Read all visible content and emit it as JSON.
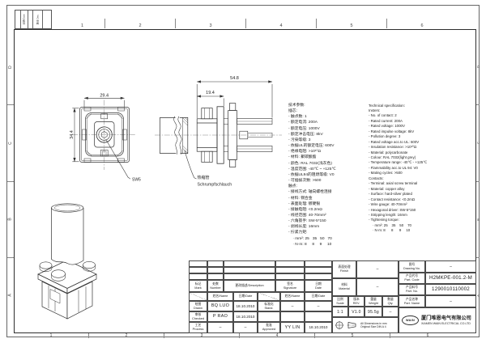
{
  "zones": {
    "top": [
      "1",
      "2",
      "3",
      "4",
      "5",
      "6"
    ],
    "bottom": [
      "1",
      "2",
      "3",
      "4",
      "5",
      "6"
    ],
    "left": [
      "D",
      "C",
      "B",
      "A"
    ],
    "right": [
      "D",
      "C",
      "B",
      "A"
    ]
  },
  "rev_strip": {
    "cell_a": "日期/Date",
    "cell_b": "更改 Des."
  },
  "views": {
    "front": {
      "dim_width": "29.4",
      "dim_height": "34.4",
      "wrench_label": "SW5"
    },
    "side": {
      "dim_overall": "54.8",
      "dim_front": "19.4",
      "tube_label_cn": "热缩管",
      "tube_label_de": "Schrumpfschlauch"
    }
  },
  "spec_cn": {
    "lines": [
      "技术参数:",
      "插芯:",
      "- 触点数: 1",
      "- 额定电流: 200A",
      "- 额定电压: 1000V",
      "- 额定冲击电压: 8kV",
      "- 污染等级: 3",
      "- 依据UL的额定电压: 600V",
      "- 绝缘电阻: >10¹⁰Ω",
      "- 材料: 聚碳酸酯",
      "- 颜色: RAL 7032(浅灰色)",
      "- 温度范围: -40℃ ~ +125℃",
      "- 依据UL94的阻燃等级: V0",
      "- 可插拔次数: >500",
      "触点:",
      "- 接线方式: 轴向螺栓连接",
      "- 材料: 铜合金",
      "- 表面处理: 镀硬银",
      "- 接触电阻: <0.2mΩ",
      "- 线径范围: 40-70mm²",
      "- 六角扳手: SW-5*150",
      "- 剥线长度: 16mm",
      "- 拧紧力矩:",
      "    · mm²: 25   35   50   70",
      "    · N·m: 8     8     9     10"
    ]
  },
  "spec_en": {
    "lines": [
      "Technical specification:",
      "Insters:",
      "- No. of contact: 2",
      "- Rated current: 200A",
      "- Rated voltage: 1000V",
      "- Rated impulse voltage: 8kV",
      "- Pollution degree: 3",
      "- Rated voltage acc.to UL: 600V",
      "- Insulation resistance: >10¹⁰Ω",
      "- Material: polycarbonate",
      "- Colour: RAL 7032(light grey)",
      "- Temperature range: -40℃ - +125℃",
      "- Flammability acc.to UL 94: V0",
      "- Mating cycles: >500",
      "Contacts:",
      "- Terminal: axial screw terminal",
      "- Material: copper alloy",
      "- Surface: hard-silver plated",
      "- Contact resistance: <0.2mΩ",
      "- Wire gauge: 40-70mm²",
      "- Hexagonal driver: SW-5*150",
      "- Stripping length: 16mm",
      "- Tightening torque:",
      "    · mm²: 25    35    50    70",
      "    · N·m: 8      8      9     10"
    ]
  },
  "tb": {
    "mark": "标记\nMark",
    "number": "处数\nNumber",
    "desc": "更改描述/Description",
    "sign": "签名\nSignature",
    "date": "日期\nDate",
    "name_hdr": "姓名/Name",
    "date_hdr": "日期/Date",
    "name_hdr2": "姓名/Name",
    "date_hdr2": "日期/Date",
    "drawn": "绘图\nDrawn",
    "drawn_name": "BQ LUO",
    "drawn_date": "18.10.2010",
    "stand": "标准化\nStand.",
    "stand_name": "–",
    "stand_date": "–",
    "checked": "审核\nChecked",
    "checked_name": "P RAO",
    "checked_date": "18.10.2010",
    "process": "工艺\nProcess",
    "process_name": "–",
    "process_date": "–",
    "approved": "批准\nApproved",
    "approved_name": "YY LIN",
    "approved_date": "18.10.2010",
    "finish": "表面处理\nFinish",
    "finish_val": "–",
    "material": "材料\nMaterial",
    "material_val": "–",
    "scale": "比例\nScale",
    "scale_val": "1:1",
    "rev": "版本\nREV.",
    "rev_val": "V1.0",
    "weight": "重量\nWeight",
    "weight_val": "95.5g",
    "qty": "数量\nQty.",
    "qty_val": "–",
    "drawing_no": "图号\nDrawing No.",
    "drawing_no_val": "–",
    "part_code": "产品代号\nPart. Code",
    "part_code_val": "H2MKPE-001.2-M",
    "part_no": "产品料号\nPart. No.",
    "part_no_val": "1290010110002",
    "part_name": "产品名称\nPart. Name",
    "part_name_val": "–",
    "note": "All Dimensions in mm\nOriginal Size DIN A 4",
    "logo": "WAIN",
    "company_cn": "厦门唯恩电气有限公司",
    "company_en": "XIAMEN WAIN ELECTRICAL CO.LTD"
  }
}
